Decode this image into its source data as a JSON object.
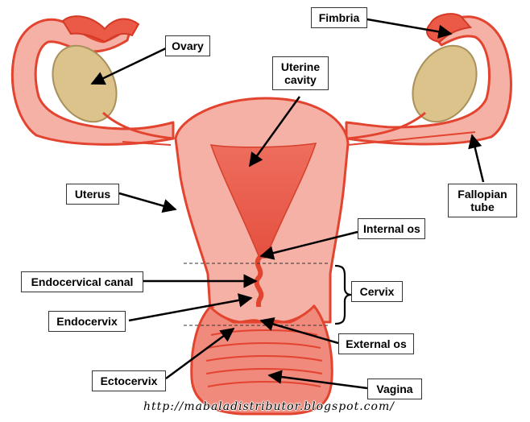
{
  "labels": {
    "ovary": "Ovary",
    "fimbria": "Fimbria",
    "uterine_cavity_line1": "Uterine",
    "uterine_cavity_line2": "cavity",
    "uterus": "Uterus",
    "fallopian_tube_line1": "Fallopian",
    "fallopian_tube_line2": "tube",
    "internal_os": "Internal os",
    "endocervical_canal": "Endocervical canal",
    "cervix": "Cervix",
    "endocervix": "Endocervix",
    "external_os": "External os",
    "ectocervix": "Ectocervix",
    "vagina": "Vagina"
  },
  "watermark": "http://mabaladistributor.blogspot.com/",
  "colors": {
    "tissue_fill": "#f6b1a6",
    "tissue_outline": "#e2442f",
    "cavity": "#ec6352",
    "ovary": "#dcc38c",
    "ovary_outline": "#a8915a",
    "arrow": "#000000"
  }
}
